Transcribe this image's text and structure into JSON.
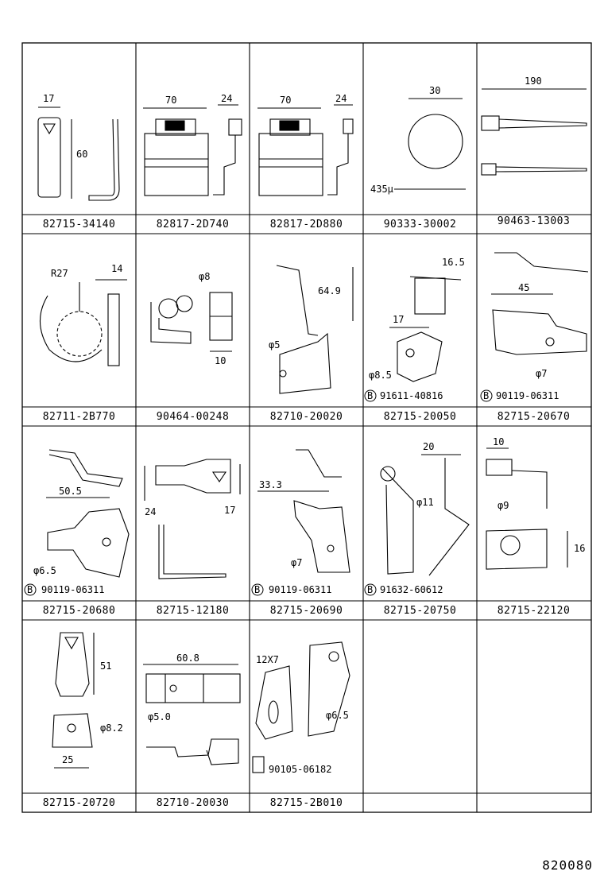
{
  "doc_code": "820080",
  "cells": [
    {
      "part": "82715-34140",
      "dims": [
        "17",
        "60"
      ]
    },
    {
      "part": "82817-2D740",
      "dims": [
        "70",
        "24"
      ]
    },
    {
      "part": "82817-2D880",
      "dims": [
        "70",
        "24"
      ]
    },
    {
      "part": "90333-30002",
      "dims": [
        "30",
        "435μ"
      ]
    },
    {
      "part": "90463-13003",
      "dims": [
        "190"
      ]
    },
    {
      "part": "82711-2B770",
      "dims": [
        "R27",
        "14"
      ]
    },
    {
      "part": "90464-00248",
      "dims": [
        "φ8",
        "10"
      ]
    },
    {
      "part": "82710-20020",
      "dims": [
        "64.9",
        "φ5"
      ]
    },
    {
      "part": "82715-20050",
      "dims": [
        "16.5",
        "17",
        "φ8.5"
      ],
      "sub": "91611-40816"
    },
    {
      "part": "82715-20670",
      "dims": [
        "45",
        "φ7"
      ],
      "sub": "90119-06311"
    },
    {
      "part": "82715-20680",
      "dims": [
        "50.5",
        "φ6.5"
      ],
      "sub": "90119-06311"
    },
    {
      "part": "82715-12180",
      "dims": [
        "24",
        "17"
      ]
    },
    {
      "part": "82715-20690",
      "dims": [
        "33.3",
        "φ7"
      ],
      "sub": "90119-06311"
    },
    {
      "part": "82715-20750",
      "dims": [
        "20",
        "φ11"
      ],
      "sub": "91632-60612"
    },
    {
      "part": "82715-22120",
      "dims": [
        "10",
        "φ9",
        "16"
      ]
    },
    {
      "part": "82715-20720",
      "dims": [
        "51",
        "φ8.2",
        "25"
      ]
    },
    {
      "part": "82710-20030",
      "dims": [
        "60.8",
        "φ5.0"
      ]
    },
    {
      "part": "82715-2B010",
      "dims": [
        "12X7",
        "φ6.5"
      ],
      "bolt": "90105-06182"
    },
    {
      "part": ""
    },
    {
      "part": ""
    }
  ],
  "sub_marker": "B"
}
